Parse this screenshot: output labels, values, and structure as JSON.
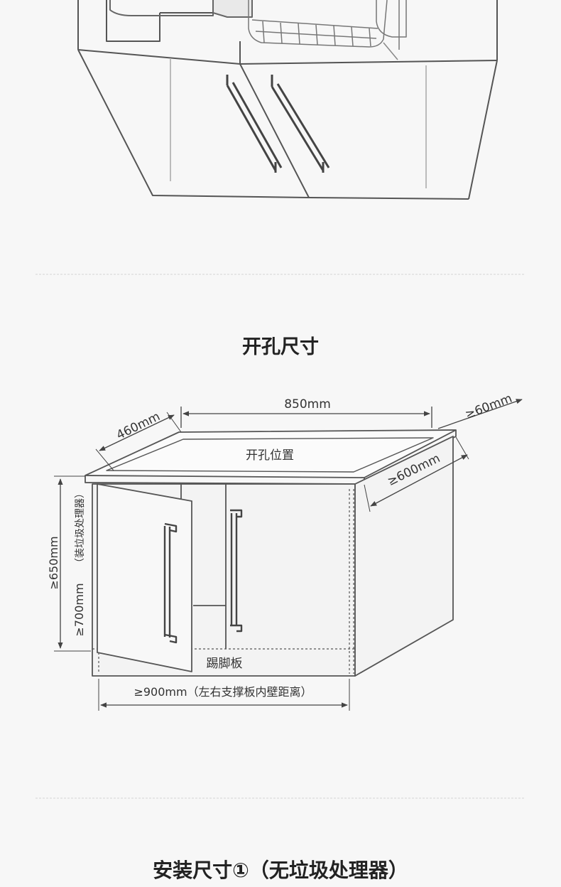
{
  "sections": {
    "hole_size": {
      "title": "开孔尺寸",
      "labels": {
        "width": "850mm",
        "depth": "460mm",
        "front_gap": "≥60mm",
        "side_depth": "≥600mm",
        "hole_position": "开孔位置",
        "height_min": "≥650mm",
        "height_note": "（装垃圾处理器）",
        "height_alt": "≥700mm",
        "kickboard": "踢脚板",
        "inner_width": "≥900mm（左右支撑板内壁距离）"
      }
    },
    "install_size": {
      "title": "安装尺寸①（无垃圾处理器）"
    }
  },
  "colors": {
    "background": "#f7f7f7",
    "line": "#555555",
    "text": "#333333",
    "divider": "#d6d6d6"
  }
}
